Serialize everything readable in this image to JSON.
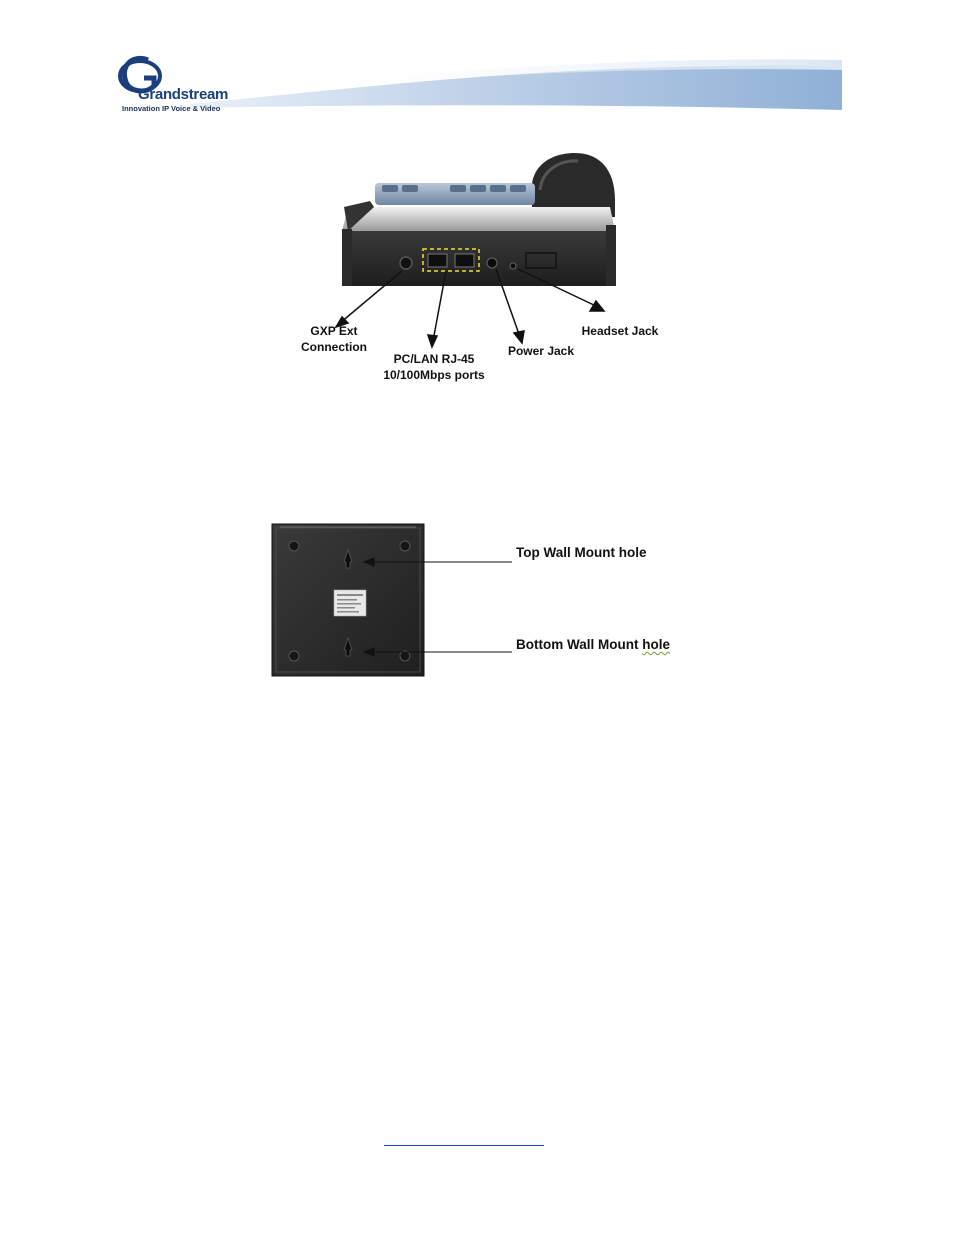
{
  "header": {
    "brand_name": "Grandstream",
    "tagline": "Innovation IP Voice & Video",
    "colors": {
      "brand_blue": "#1a3f7a",
      "swoosh": "#a9c1df"
    }
  },
  "figure_rear": {
    "labels": {
      "gxp_ext": "GXP Ext",
      "gxp_ext_2": "Connection",
      "pc_lan": "PC/LAN RJ-45",
      "pc_lan_2": "10/100Mbps ports",
      "power_jack": "Power Jack",
      "headset_jack": "Headset Jack"
    }
  },
  "figure_bottom": {
    "labels": {
      "top_hole": "Top Wall Mount hole",
      "bottom_hole_1": "Bottom Wall Mount ",
      "bottom_hole_2": "hole"
    }
  }
}
